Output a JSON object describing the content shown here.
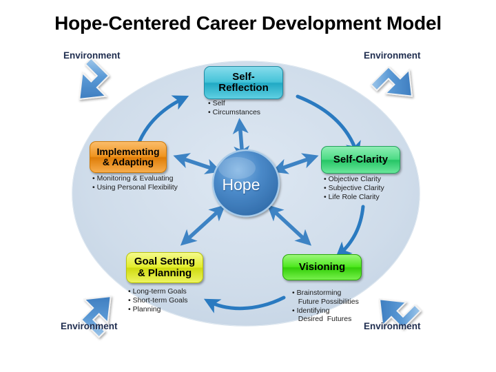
{
  "page": {
    "title": "Hope-Centered Career Development Model",
    "background_color": "#ffffff"
  },
  "diagram": {
    "type": "cycle-model",
    "ellipse": {
      "name": "environment-context-ellipse",
      "fill_color": "#cfdcea",
      "stroke_color": "#b6c8dc"
    },
    "center": {
      "label": "Hope",
      "color": "#3d7cc0",
      "shape": "circle"
    },
    "nodes": [
      {
        "id": "self-reflection",
        "label": "Self-\nReflection",
        "color": "#45c3d8",
        "bullets": [
          "Self",
          "Circumstances"
        ]
      },
      {
        "id": "self-clarity",
        "label": "Self-Clarity",
        "color": "#4ddb85",
        "bullets": [
          "Objective Clarity",
          "Subjective Clarity",
          "Life Role Clarity"
        ]
      },
      {
        "id": "visioning",
        "label": "Visioning",
        "color": "#4ee81e",
        "bullets": [
          "Brainstorming",
          "   Future Possibilities",
          "Identifying",
          "   Desired  Futures"
        ]
      },
      {
        "id": "goal-setting-planning",
        "label": "Goal Setting\n& Planning",
        "color": "#e3ed2c",
        "bullets": [
          "Long-term Goals",
          "Short-term Goals",
          "Planning"
        ]
      },
      {
        "id": "implementing-adapting",
        "label": "Implementing\n& Adapting",
        "color": "#f0941f",
        "bullets": [
          "Monitoring & Evaluating",
          "Using Personal Flexibility"
        ]
      }
    ],
    "environment_labels": [
      {
        "id": "top-left",
        "label": "Environment"
      },
      {
        "id": "top-right",
        "label": "Environment"
      },
      {
        "id": "bottom-left",
        "label": "Environment"
      },
      {
        "id": "bottom-right",
        "label": "Environment"
      }
    ],
    "arrow_color": "#2a7ac0",
    "environment_arrow_color": "#4a8fd0"
  }
}
